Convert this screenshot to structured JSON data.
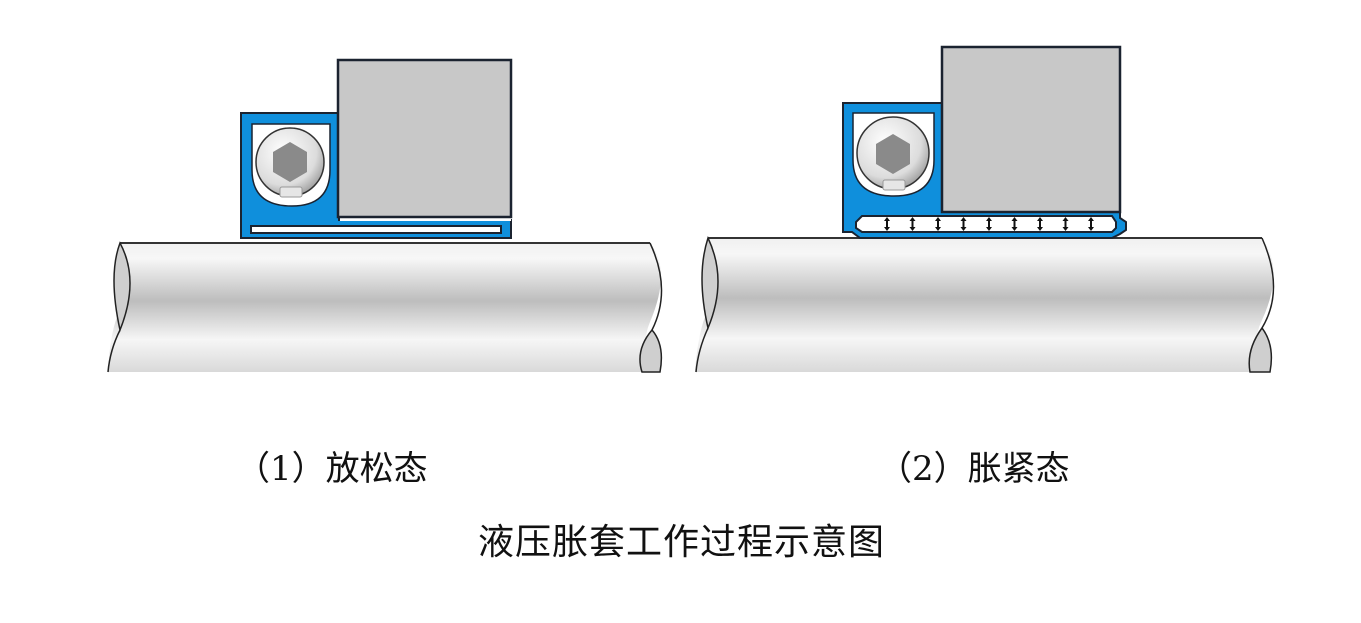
{
  "diagram": {
    "title": "液压胀套工作过程示意图",
    "panels": [
      {
        "id": "released",
        "label": "（1）放松态",
        "state": "released",
        "components": [
          "hub",
          "hydraulic-sleeve",
          "screw-plug",
          "shaft"
        ],
        "pressure_chambers": 0
      },
      {
        "id": "tensioned",
        "label": "（2）胀紧态",
        "state": "tensioned",
        "components": [
          "hub",
          "hydraulic-sleeve",
          "screw-plug",
          "shaft"
        ],
        "pressure_chambers": 9
      }
    ],
    "colors": {
      "sleeve": "#0f8fdc",
      "outline": "#1b2330",
      "hub": "#c8c8c8",
      "shaft_light": "#f4f4f4",
      "shaft_mid": "#bcbcbc",
      "hex_socket": "#8a8a8a"
    }
  }
}
